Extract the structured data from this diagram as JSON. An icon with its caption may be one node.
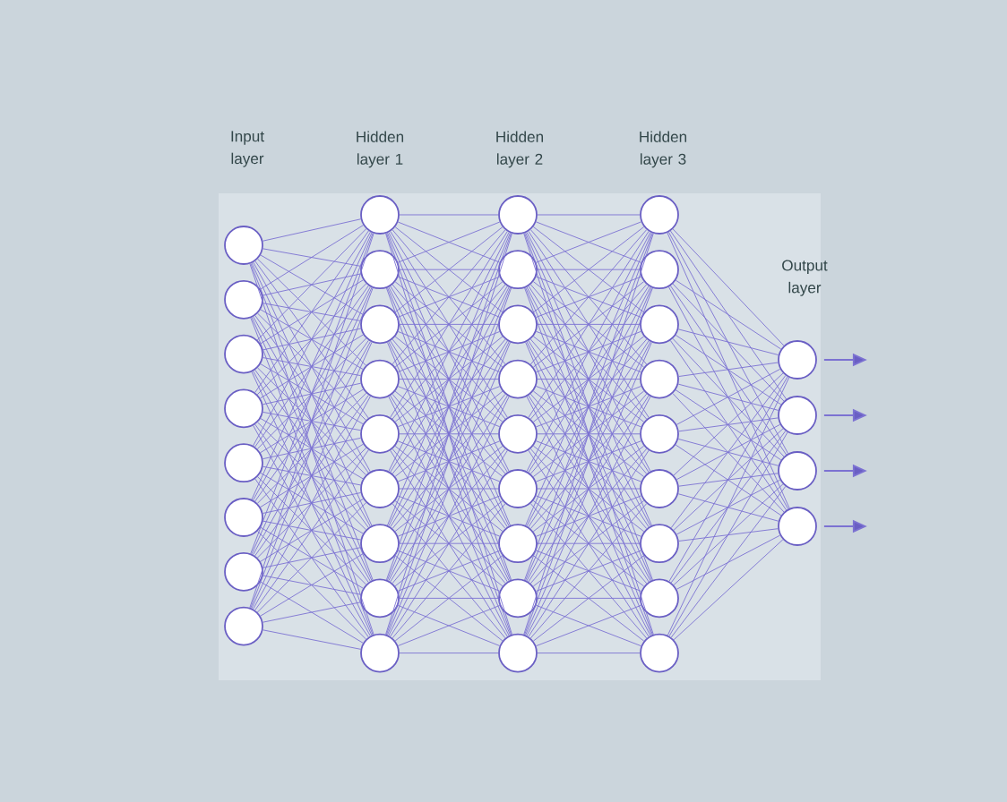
{
  "diagram": {
    "nodes": [
      {
        "text": [],
        "shape": "circle"
      },
      {
        "text": [],
        "shape": "circle"
      },
      {
        "text": [],
        "shape": "circle"
      },
      {
        "text": [],
        "shape": "circle"
      },
      {
        "text": [],
        "shape": "circle"
      },
      {
        "text": [],
        "shape": "circle"
      },
      {
        "text": [],
        "shape": "circle"
      },
      {
        "text": [],
        "shape": "circle"
      },
      {
        "text": [],
        "shape": "circle"
      },
      {
        "text": [],
        "shape": "circle"
      },
      {
        "text": [],
        "shape": "circle"
      },
      {
        "text": [],
        "shape": "circle"
      },
      {
        "text": [],
        "shape": "circle"
      },
      {
        "text": [],
        "shape": "circle"
      },
      {
        "text": [],
        "shape": "circle"
      },
      {
        "text": [],
        "shape": "circle"
      },
      {
        "text": [],
        "shape": "circle"
      },
      {
        "text": [],
        "shape": "circle"
      },
      {
        "text": [],
        "shape": "circle"
      },
      {
        "text": [],
        "shape": "circle"
      },
      {
        "text": [],
        "shape": "circle"
      },
      {
        "text": [],
        "shape": "circle"
      },
      {
        "text": [],
        "shape": "circle"
      },
      {
        "text": [],
        "shape": "circle"
      },
      {
        "text": [],
        "shape": "circle"
      },
      {
        "text": [],
        "shape": "circle"
      },
      {
        "text": [],
        "shape": "circle"
      },
      {
        "text": [],
        "shape": "circle"
      },
      {
        "text": [],
        "shape": "circle"
      },
      {
        "text": [],
        "shape": "circle"
      },
      {
        "text": [],
        "shape": "circle"
      },
      {
        "text": [],
        "shape": "circle"
      },
      {
        "text": [],
        "shape": "circle"
      },
      {
        "text": [],
        "shape": "circle"
      },
      {
        "text": [],
        "shape": "circle"
      },
      {
        "text": [],
        "shape": "circle"
      },
      {
        "text": [],
        "shape": "circle"
      },
      {
        "text": [],
        "shape": "circle"
      },
      {
        "text": [],
        "shape": "circle"
      }
    ],
    "edges": [
      {
        "from": 0,
        "to": 8,
        "arrow": "none"
      },
      {
        "from": 0,
        "to": 9,
        "arrow": "none"
      },
      {
        "from": 0,
        "to": 10,
        "arrow": "none"
      },
      {
        "from": 0,
        "to": 11,
        "arrow": "none"
      },
      {
        "from": 0,
        "to": 12,
        "arrow": "none"
      },
      {
        "from": 0,
        "to": 13,
        "arrow": "none"
      },
      {
        "from": 0,
        "to": 14,
        "arrow": "none"
      },
      {
        "from": 0,
        "to": 15,
        "arrow": "none"
      },
      {
        "from": 0,
        "to": 16,
        "arrow": "none"
      },
      {
        "from": 1,
        "to": 8,
        "arrow": "none"
      },
      {
        "from": 1,
        "to": 9,
        "arrow": "none"
      },
      {
        "from": 1,
        "to": 10,
        "arrow": "none"
      },
      {
        "from": 1,
        "to": 11,
        "arrow": "none"
      },
      {
        "from": 1,
        "to": 12,
        "arrow": "none"
      },
      {
        "from": 1,
        "to": 13,
        "arrow": "none"
      },
      {
        "from": 1,
        "to": 14,
        "arrow": "none"
      },
      {
        "from": 1,
        "to": 15,
        "arrow": "none"
      },
      {
        "from": 1,
        "to": 16,
        "arrow": "none"
      },
      {
        "from": 2,
        "to": 8,
        "arrow": "none"
      },
      {
        "from": 2,
        "to": 9,
        "arrow": "none"
      },
      {
        "from": 2,
        "to": 10,
        "arrow": "none"
      },
      {
        "from": 2,
        "to": 11,
        "arrow": "none"
      },
      {
        "from": 2,
        "to": 12,
        "arrow": "none"
      },
      {
        "from": 2,
        "to": 13,
        "arrow": "none"
      },
      {
        "from": 2,
        "to": 14,
        "arrow": "none"
      },
      {
        "from": 2,
        "to": 15,
        "arrow": "none"
      },
      {
        "from": 2,
        "to": 16,
        "arrow": "none"
      },
      {
        "from": 3,
        "to": 8,
        "arrow": "none"
      },
      {
        "from": 3,
        "to": 9,
        "arrow": "none"
      },
      {
        "from": 3,
        "to": 10,
        "arrow": "none"
      },
      {
        "from": 3,
        "to": 11,
        "arrow": "none"
      },
      {
        "from": 3,
        "to": 12,
        "arrow": "none"
      },
      {
        "from": 3,
        "to": 13,
        "arrow": "none"
      },
      {
        "from": 3,
        "to": 14,
        "arrow": "none"
      },
      {
        "from": 3,
        "to": 15,
        "arrow": "none"
      },
      {
        "from": 3,
        "to": 16,
        "arrow": "none"
      },
      {
        "from": 4,
        "to": 8,
        "arrow": "none"
      },
      {
        "from": 4,
        "to": 9,
        "arrow": "none"
      },
      {
        "from": 4,
        "to": 10,
        "arrow": "none"
      },
      {
        "from": 4,
        "to": 11,
        "arrow": "none"
      },
      {
        "from": 4,
        "to": 12,
        "arrow": "none"
      },
      {
        "from": 4,
        "to": 13,
        "arrow": "none"
      },
      {
        "from": 4,
        "to": 14,
        "arrow": "none"
      },
      {
        "from": 4,
        "to": 15,
        "arrow": "none"
      },
      {
        "from": 4,
        "to": 16,
        "arrow": "none"
      },
      {
        "from": 5,
        "to": 8,
        "arrow": "none"
      },
      {
        "from": 5,
        "to": 9,
        "arrow": "none"
      },
      {
        "from": 5,
        "to": 10,
        "arrow": "none"
      },
      {
        "from": 5,
        "to": 11,
        "arrow": "none"
      },
      {
        "from": 5,
        "to": 12,
        "arrow": "none"
      },
      {
        "from": 5,
        "to": 13,
        "arrow": "none"
      },
      {
        "from": 5,
        "to": 14,
        "arrow": "none"
      },
      {
        "from": 5,
        "to": 15,
        "arrow": "none"
      },
      {
        "from": 5,
        "to": 16,
        "arrow": "none"
      },
      {
        "from": 6,
        "to": 8,
        "arrow": "none"
      },
      {
        "from": 6,
        "to": 9,
        "arrow": "none"
      },
      {
        "from": 6,
        "to": 10,
        "arrow": "none"
      },
      {
        "from": 6,
        "to": 11,
        "arrow": "none"
      },
      {
        "from": 6,
        "to": 12,
        "arrow": "none"
      },
      {
        "from": 6,
        "to": 13,
        "arrow": "none"
      },
      {
        "from": 6,
        "to": 14,
        "arrow": "none"
      },
      {
        "from": 6,
        "to": 15,
        "arrow": "none"
      },
      {
        "from": 6,
        "to": 16,
        "arrow": "none"
      },
      {
        "from": 7,
        "to": 8,
        "arrow": "none"
      },
      {
        "from": 7,
        "to": 9,
        "arrow": "none"
      },
      {
        "from": 7,
        "to": 10,
        "arrow": "none"
      },
      {
        "from": 7,
        "to": 11,
        "arrow": "none"
      },
      {
        "from": 7,
        "to": 12,
        "arrow": "none"
      },
      {
        "from": 7,
        "to": 13,
        "arrow": "none"
      },
      {
        "from": 7,
        "to": 14,
        "arrow": "none"
      },
      {
        "from": 7,
        "to": 15,
        "arrow": "none"
      },
      {
        "from": 7,
        "to": 16,
        "arrow": "none"
      },
      {
        "from": 8,
        "to": 17,
        "arrow": "none"
      },
      {
        "from": 8,
        "to": 18,
        "arrow": "none"
      },
      {
        "from": 8,
        "to": 19,
        "arrow": "none"
      },
      {
        "from": 8,
        "to": 20,
        "arrow": "none"
      },
      {
        "from": 8,
        "to": 21,
        "arrow": "none"
      },
      {
        "from": 8,
        "to": 22,
        "arrow": "none"
      },
      {
        "from": 8,
        "to": 23,
        "arrow": "none"
      },
      {
        "from": 8,
        "to": 24,
        "arrow": "none"
      },
      {
        "from": 8,
        "to": 25,
        "arrow": "none"
      },
      {
        "from": 9,
        "to": 17,
        "arrow": "none"
      },
      {
        "from": 9,
        "to": 18,
        "arrow": "none"
      },
      {
        "from": 9,
        "to": 19,
        "arrow": "none"
      },
      {
        "from": 9,
        "to": 20,
        "arrow": "none"
      },
      {
        "from": 9,
        "to": 21,
        "arrow": "none"
      },
      {
        "from": 9,
        "to": 22,
        "arrow": "none"
      },
      {
        "from": 9,
        "to": 23,
        "arrow": "none"
      },
      {
        "from": 9,
        "to": 24,
        "arrow": "none"
      },
      {
        "from": 9,
        "to": 25,
        "arrow": "none"
      },
      {
        "from": 10,
        "to": 17,
        "arrow": "none"
      },
      {
        "from": 10,
        "to": 18,
        "arrow": "none"
      },
      {
        "from": 10,
        "to": 19,
        "arrow": "none"
      },
      {
        "from": 10,
        "to": 20,
        "arrow": "none"
      },
      {
        "from": 10,
        "to": 21,
        "arrow": "none"
      },
      {
        "from": 10,
        "to": 22,
        "arrow": "none"
      },
      {
        "from": 10,
        "to": 23,
        "arrow": "none"
      },
      {
        "from": 10,
        "to": 24,
        "arrow": "none"
      },
      {
        "from": 10,
        "to": 25,
        "arrow": "none"
      },
      {
        "from": 11,
        "to": 17,
        "arrow": "none"
      },
      {
        "from": 11,
        "to": 18,
        "arrow": "none"
      },
      {
        "from": 11,
        "to": 19,
        "arrow": "none"
      },
      {
        "from": 11,
        "to": 20,
        "arrow": "none"
      },
      {
        "from": 11,
        "to": 21,
        "arrow": "none"
      },
      {
        "from": 11,
        "to": 22,
        "arrow": "none"
      },
      {
        "from": 11,
        "to": 23,
        "arrow": "none"
      },
      {
        "from": 11,
        "to": 24,
        "arrow": "none"
      },
      {
        "from": 11,
        "to": 25,
        "arrow": "none"
      },
      {
        "from": 12,
        "to": 17,
        "arrow": "none"
      },
      {
        "from": 12,
        "to": 18,
        "arrow": "none"
      },
      {
        "from": 12,
        "to": 19,
        "arrow": "none"
      },
      {
        "from": 12,
        "to": 20,
        "arrow": "none"
      },
      {
        "from": 12,
        "to": 21,
        "arrow": "none"
      },
      {
        "from": 12,
        "to": 22,
        "arrow": "none"
      },
      {
        "from": 12,
        "to": 23,
        "arrow": "none"
      },
      {
        "from": 12,
        "to": 24,
        "arrow": "none"
      },
      {
        "from": 12,
        "to": 25,
        "arrow": "none"
      },
      {
        "from": 13,
        "to": 17,
        "arrow": "none"
      },
      {
        "from": 13,
        "to": 18,
        "arrow": "none"
      },
      {
        "from": 13,
        "to": 19,
        "arrow": "none"
      },
      {
        "from": 13,
        "to": 20,
        "arrow": "none"
      },
      {
        "from": 13,
        "to": 21,
        "arrow": "none"
      },
      {
        "from": 13,
        "to": 22,
        "arrow": "none"
      },
      {
        "from": 13,
        "to": 23,
        "arrow": "none"
      },
      {
        "from": 13,
        "to": 24,
        "arrow": "none"
      },
      {
        "from": 13,
        "to": 25,
        "arrow": "none"
      },
      {
        "from": 14,
        "to": 17,
        "arrow": "none"
      },
      {
        "from": 14,
        "to": 18,
        "arrow": "none"
      },
      {
        "from": 14,
        "to": 19,
        "arrow": "none"
      },
      {
        "from": 14,
        "to": 20,
        "arrow": "none"
      },
      {
        "from": 14,
        "to": 21,
        "arrow": "none"
      },
      {
        "from": 14,
        "to": 22,
        "arrow": "none"
      },
      {
        "from": 14,
        "to": 23,
        "arrow": "none"
      },
      {
        "from": 14,
        "to": 24,
        "arrow": "none"
      },
      {
        "from": 14,
        "to": 25,
        "arrow": "none"
      },
      {
        "from": 15,
        "to": 17,
        "arrow": "none"
      },
      {
        "from": 15,
        "to": 18,
        "arrow": "none"
      },
      {
        "from": 15,
        "to": 19,
        "arrow": "none"
      },
      {
        "from": 15,
        "to": 20,
        "arrow": "none"
      },
      {
        "from": 15,
        "to": 21,
        "arrow": "none"
      },
      {
        "from": 15,
        "to": 22,
        "arrow": "none"
      },
      {
        "from": 15,
        "to": 23,
        "arrow": "none"
      },
      {
        "from": 15,
        "to": 24,
        "arrow": "none"
      },
      {
        "from": 15,
        "to": 25,
        "arrow": "none"
      },
      {
        "from": 16,
        "to": 17,
        "arrow": "none"
      },
      {
        "from": 16,
        "to": 18,
        "arrow": "none"
      },
      {
        "from": 16,
        "to": 19,
        "arrow": "none"
      },
      {
        "from": 16,
        "to": 20,
        "arrow": "none"
      },
      {
        "from": 16,
        "to": 21,
        "arrow": "none"
      },
      {
        "from": 16,
        "to": 22,
        "arrow": "none"
      },
      {
        "from": 16,
        "to": 23,
        "arrow": "none"
      },
      {
        "from": 16,
        "to": 24,
        "arrow": "none"
      },
      {
        "from": 16,
        "to": 25,
        "arrow": "none"
      },
      {
        "from": 17,
        "to": 26,
        "arrow": "none"
      },
      {
        "from": 17,
        "to": 27,
        "arrow": "none"
      },
      {
        "from": 17,
        "to": 28,
        "arrow": "none"
      },
      {
        "from": 17,
        "to": 29,
        "arrow": "none"
      },
      {
        "from": 17,
        "to": 30,
        "arrow": "none"
      },
      {
        "from": 17,
        "to": 31,
        "arrow": "none"
      },
      {
        "from": 17,
        "to": 32,
        "arrow": "none"
      },
      {
        "from": 17,
        "to": 33,
        "arrow": "none"
      },
      {
        "from": 17,
        "to": 34,
        "arrow": "none"
      },
      {
        "from": 18,
        "to": 26,
        "arrow": "none"
      },
      {
        "from": 18,
        "to": 27,
        "arrow": "none"
      },
      {
        "from": 18,
        "to": 28,
        "arrow": "none"
      },
      {
        "from": 18,
        "to": 29,
        "arrow": "none"
      },
      {
        "from": 18,
        "to": 30,
        "arrow": "none"
      },
      {
        "from": 18,
        "to": 31,
        "arrow": "none"
      },
      {
        "from": 18,
        "to": 32,
        "arrow": "none"
      },
      {
        "from": 18,
        "to": 33,
        "arrow": "none"
      },
      {
        "from": 18,
        "to": 34,
        "arrow": "none"
      },
      {
        "from": 19,
        "to": 26,
        "arrow": "none"
      },
      {
        "from": 19,
        "to": 27,
        "arrow": "none"
      },
      {
        "from": 19,
        "to": 28,
        "arrow": "none"
      },
      {
        "from": 19,
        "to": 29,
        "arrow": "none"
      },
      {
        "from": 19,
        "to": 30,
        "arrow": "none"
      },
      {
        "from": 19,
        "to": 31,
        "arrow": "none"
      },
      {
        "from": 19,
        "to": 32,
        "arrow": "none"
      },
      {
        "from": 19,
        "to": 33,
        "arrow": "none"
      },
      {
        "from": 19,
        "to": 34,
        "arrow": "none"
      },
      {
        "from": 20,
        "to": 26,
        "arrow": "none"
      },
      {
        "from": 20,
        "to": 27,
        "arrow": "none"
      },
      {
        "from": 20,
        "to": 28,
        "arrow": "none"
      },
      {
        "from": 20,
        "to": 29,
        "arrow": "none"
      },
      {
        "from": 20,
        "to": 30,
        "arrow": "none"
      },
      {
        "from": 20,
        "to": 31,
        "arrow": "none"
      },
      {
        "from": 20,
        "to": 32,
        "arrow": "none"
      },
      {
        "from": 20,
        "to": 33,
        "arrow": "none"
      },
      {
        "from": 20,
        "to": 34,
        "arrow": "none"
      },
      {
        "from": 21,
        "to": 26,
        "arrow": "none"
      },
      {
        "from": 21,
        "to": 27,
        "arrow": "none"
      },
      {
        "from": 21,
        "to": 28,
        "arrow": "none"
      },
      {
        "from": 21,
        "to": 29,
        "arrow": "none"
      },
      {
        "from": 21,
        "to": 30,
        "arrow": "none"
      },
      {
        "from": 21,
        "to": 31,
        "arrow": "none"
      },
      {
        "from": 21,
        "to": 32,
        "arrow": "none"
      },
      {
        "from": 21,
        "to": 33,
        "arrow": "none"
      },
      {
        "from": 21,
        "to": 34,
        "arrow": "none"
      },
      {
        "from": 22,
        "to": 26,
        "arrow": "none"
      },
      {
        "from": 22,
        "to": 27,
        "arrow": "none"
      },
      {
        "from": 22,
        "to": 28,
        "arrow": "none"
      },
      {
        "from": 22,
        "to": 29,
        "arrow": "none"
      },
      {
        "from": 22,
        "to": 30,
        "arrow": "none"
      },
      {
        "from": 22,
        "to": 31,
        "arrow": "none"
      },
      {
        "from": 22,
        "to": 32,
        "arrow": "none"
      },
      {
        "from": 22,
        "to": 33,
        "arrow": "none"
      },
      {
        "from": 22,
        "to": 34,
        "arrow": "none"
      },
      {
        "from": 23,
        "to": 26,
        "arrow": "none"
      },
      {
        "from": 23,
        "to": 27,
        "arrow": "none"
      },
      {
        "from": 23,
        "to": 28,
        "arrow": "none"
      },
      {
        "from": 23,
        "to": 29,
        "arrow": "none"
      },
      {
        "from": 23,
        "to": 30,
        "arrow": "none"
      },
      {
        "from": 23,
        "to": 31,
        "arrow": "none"
      },
      {
        "from": 23,
        "to": 32,
        "arrow": "none"
      },
      {
        "from": 23,
        "to": 33,
        "arrow": "none"
      },
      {
        "from": 23,
        "to": 34,
        "arrow": "none"
      },
      {
        "from": 24,
        "to": 26,
        "arrow": "none"
      },
      {
        "from": 24,
        "to": 27,
        "arrow": "none"
      },
      {
        "from": 24,
        "to": 28,
        "arrow": "none"
      },
      {
        "from": 24,
        "to": 29,
        "arrow": "none"
      },
      {
        "from": 24,
        "to": 30,
        "arrow": "none"
      },
      {
        "from": 24,
        "to": 31,
        "arrow": "none"
      },
      {
        "from": 24,
        "to": 32,
        "arrow": "none"
      },
      {
        "from": 24,
        "to": 33,
        "arrow": "none"
      },
      {
        "from": 24,
        "to": 34,
        "arrow": "none"
      },
      {
        "from": 25,
        "to": 26,
        "arrow": "none"
      },
      {
        "from": 25,
        "to": 27,
        "arrow": "none"
      },
      {
        "from": 25,
        "to": 28,
        "arrow": "none"
      },
      {
        "from": 25,
        "to": 29,
        "arrow": "none"
      },
      {
        "from": 25,
        "to": 30,
        "arrow": "none"
      },
      {
        "from": 25,
        "to": 31,
        "arrow": "none"
      },
      {
        "from": 25,
        "to": 32,
        "arrow": "none"
      },
      {
        "from": 25,
        "to": 33,
        "arrow": "none"
      },
      {
        "from": 25,
        "to": 34,
        "arrow": "none"
      },
      {
        "from": 26,
        "to": 35,
        "arrow": "none"
      },
      {
        "from": 26,
        "to": 36,
        "arrow": "none"
      },
      {
        "from": 26,
        "to": 37,
        "arrow": "none"
      },
      {
        "from": 26,
        "to": 38,
        "arrow": "none"
      },
      {
        "from": 27,
        "to": 35,
        "arrow": "none"
      },
      {
        "from": 27,
        "to": 36,
        "arrow": "none"
      },
      {
        "from": 27,
        "to": 37,
        "arrow": "none"
      },
      {
        "from": 27,
        "to": 38,
        "arrow": "none"
      },
      {
        "from": 28,
        "to": 35,
        "arrow": "none"
      },
      {
        "from": 28,
        "to": 36,
        "arrow": "none"
      },
      {
        "from": 28,
        "to": 37,
        "arrow": "none"
      },
      {
        "from": 28,
        "to": 38,
        "arrow": "none"
      },
      {
        "from": 29,
        "to": 35,
        "arrow": "none"
      },
      {
        "from": 29,
        "to": 36,
        "arrow": "none"
      },
      {
        "from": 29,
        "to": 37,
        "arrow": "none"
      },
      {
        "from": 29,
        "to": 38,
        "arrow": "none"
      },
      {
        "from": 30,
        "to": 35,
        "arrow": "none"
      },
      {
        "from": 30,
        "to": 36,
        "arrow": "none"
      },
      {
        "from": 30,
        "to": 37,
        "arrow": "none"
      },
      {
        "from": 30,
        "to": 38,
        "arrow": "none"
      },
      {
        "from": 31,
        "to": 35,
        "arrow": "none"
      },
      {
        "from": 31,
        "to": 36,
        "arrow": "none"
      },
      {
        "from": 31,
        "to": 37,
        "arrow": "none"
      },
      {
        "from": 31,
        "to": 38,
        "arrow": "none"
      },
      {
        "from": 32,
        "to": 35,
        "arrow": "none"
      },
      {
        "from": 32,
        "to": 36,
        "arrow": "none"
      },
      {
        "from": 32,
        "to": 37,
        "arrow": "none"
      },
      {
        "from": 32,
        "to": 38,
        "arrow": "none"
      },
      {
        "from": 33,
        "to": 35,
        "arrow": "none"
      },
      {
        "from": 33,
        "to": 36,
        "arrow": "none"
      },
      {
        "from": 33,
        "to": 37,
        "arrow": "none"
      },
      {
        "from": 33,
        "to": 38,
        "arrow": "none"
      },
      {
        "from": 34,
        "to": 35,
        "arrow": "none"
      },
      {
        "from": 34,
        "to": 36,
        "arrow": "none"
      },
      {
        "from": 34,
        "to": 37,
        "arrow": "none"
      },
      {
        "from": 34,
        "to": 38,
        "arrow": "none"
      },
      {
        "from": 35,
        "to": null,
        "arrow": "to"
      },
      {
        "from": 36,
        "to": null,
        "arrow": "to"
      },
      {
        "from": 37,
        "to": null,
        "arrow": "to"
      },
      {
        "from": 38,
        "to": null,
        "arrow": "to"
      }
    ],
    "labels": [
      "Input layer",
      "Hidden layer 1",
      "Hidden layer 2",
      "Hidden layer 3",
      "Output layer"
    ]
  }
}
